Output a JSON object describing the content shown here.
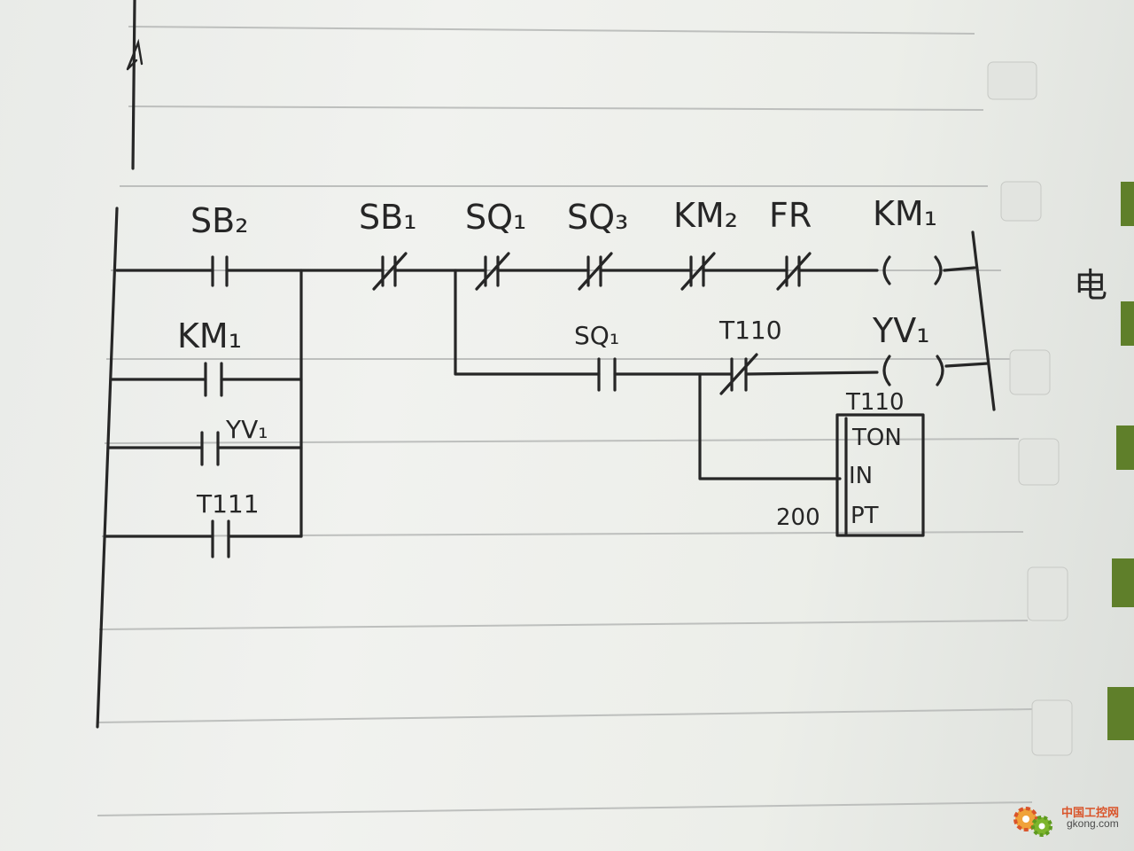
{
  "diagram": {
    "rung1_contacts": [
      "SB₂",
      "SB₁",
      "SQ₁",
      "SQ₃",
      "KM₂",
      "FR"
    ],
    "rung1_coil": "KM₁",
    "branch_contacts": [
      "KM₁",
      "YV₁",
      "T111"
    ],
    "rung2_contacts": [
      "SQ₁",
      "T110"
    ],
    "rung2_coil": "YV₁",
    "timer": {
      "name": "T110",
      "type": "TON",
      "in_label": "IN",
      "pt_label": "PT",
      "preset": "200"
    },
    "margin_note": "电"
  },
  "watermark": {
    "line1": "中国工控网",
    "line2": "gkong.com"
  },
  "colors": {
    "ink": "#262626",
    "paper": "#eceee9",
    "ruling": "#bdbfbd",
    "binding": "#5f7f2a",
    "watermark_orange": "#d9542a",
    "watermark_green": "#7db52c"
  }
}
